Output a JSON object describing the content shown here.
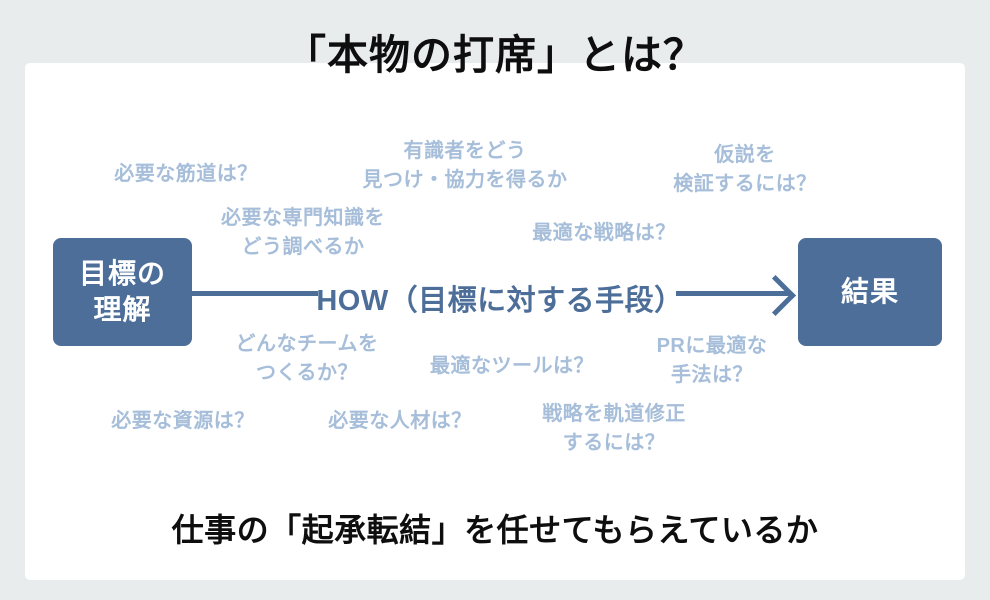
{
  "title": "「本物の打席」とは？",
  "diagram": {
    "start_box_label": "目標の\n理解",
    "end_box_label": "結果",
    "arrow_label": "HOW（目標に対する手段）",
    "questions": [
      {
        "text": "必要な筋道は？"
      },
      {
        "text": "有識者をどう\n見つけ・協力を得るか"
      },
      {
        "text": "仮説を\n検証するには？"
      },
      {
        "text": "必要な専門知識を\nどう調べるか"
      },
      {
        "text": "最適な戦略は？"
      },
      {
        "text": "どんなチームを\nつくるか？"
      },
      {
        "text": "最適なツールは？"
      },
      {
        "text": "PRに最適な\n手法は？"
      },
      {
        "text": "必要な資源は？"
      },
      {
        "text": "必要な人材は？"
      },
      {
        "text": "戦略を軌道修正\nするには？"
      }
    ]
  },
  "caption": "仕事の「起承転結」を任せてもらえているか",
  "colors": {
    "accent_blue": "#4c6e99",
    "light_blue_text": "#a6bed9",
    "background_gray": "#e8eced",
    "card_white": "#ffffff",
    "heading_text": "#0e0e0e"
  }
}
